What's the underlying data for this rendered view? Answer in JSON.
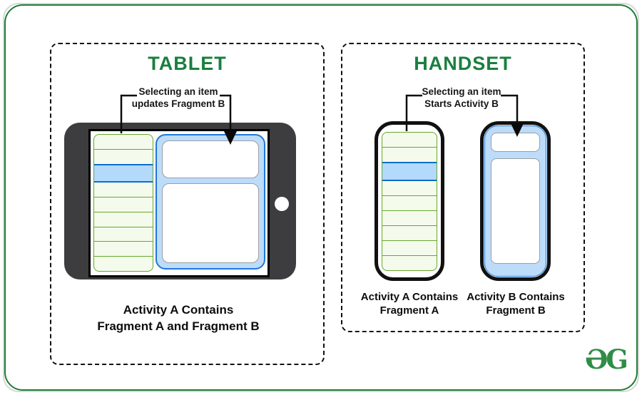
{
  "brand": {
    "logo_text": "ƏG"
  },
  "colors": {
    "frame_green": "#1e7d35",
    "title_green": "#1a7f3f",
    "brand_green": "#2f8d46",
    "device_dark": "#3d3d3f",
    "list_green": "#67a72c",
    "list_green_fill": "#f4fbec",
    "sel_blue_fill": "#b3d9fb",
    "sel_blue_border": "#0e6dcb",
    "frag_blue_fill": "#bcdcfa",
    "frag_blue_border": "#1f78d9"
  },
  "panels": {
    "tablet": {
      "title": "TABLET",
      "annotation": {
        "line1": "Selecting an item",
        "line2": "updates Fragment B"
      },
      "caption": {
        "line1": "Activity A Contains",
        "line2": "Fragment A and Fragment B"
      },
      "list_rows": 9,
      "selected_row": 3
    },
    "handset": {
      "title": "HANDSET",
      "annotation": {
        "line1": "Selecting an item",
        "line2": "Starts Activity B"
      },
      "caption_a": {
        "line1": "Activity A Contains",
        "line2": "Fragment A"
      },
      "caption_b": {
        "line1": "Activity B Contains",
        "line2": "Fragment B"
      },
      "list_rows": 9,
      "selected_row": 3
    }
  }
}
